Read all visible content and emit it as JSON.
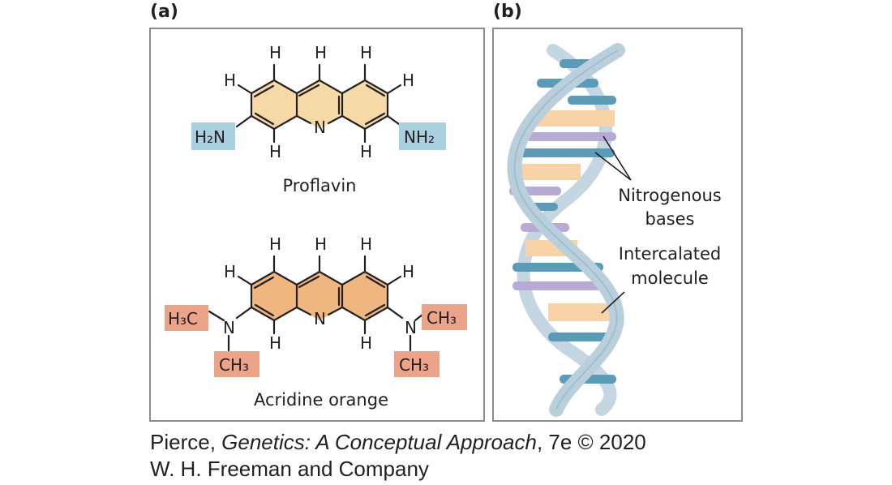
{
  "panel_a": {
    "label": "(a)",
    "proflavin": {
      "name": "Proflavin",
      "left_group": "H₂N",
      "right_group": "NH₂",
      "ring_nitrogen": "N",
      "hydrogen": "H",
      "ring_color": "#f5d9a6",
      "group_color": "#aacfdf"
    },
    "acridine": {
      "name": "Acridine orange",
      "left_group": "H₃C",
      "right_group": "CH₃",
      "left_lower_group": "CH₃",
      "right_lower_group": "CH₃",
      "amine_nitrogen": "N",
      "ring_nitrogen": "N",
      "hydrogen": "H",
      "ring_color": "#f0b680",
      "group_color": "#eba48a"
    }
  },
  "panel_b": {
    "label": "(b)",
    "label_bases_line1": "Nitrogenous",
    "label_bases_line2": "bases",
    "label_intercalated_line1": "Intercalated",
    "label_intercalated_line2": "molecule",
    "backbone_color": "#b9cfdc",
    "base_blue": "#5b9bb8",
    "base_purple": "#b7aad4",
    "intercalator_color": "#f8d3a8"
  },
  "credit": {
    "author": "Pierce, ",
    "book_title": "Genetics: A Conceptual Approach",
    "edition": ", 7e © 2020",
    "publisher": "W. H. Freeman and Company"
  }
}
